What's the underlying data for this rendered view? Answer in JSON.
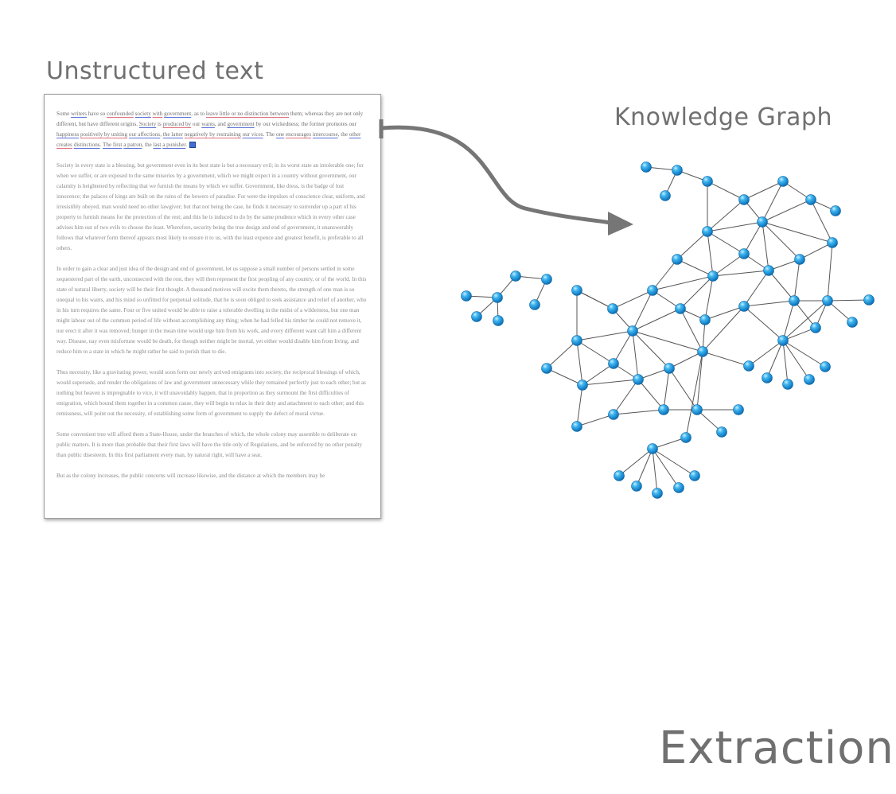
{
  "titles": {
    "unstructured": "Unstructured text",
    "knowledge_graph": "Knowledge Graph",
    "extraction": "Extraction"
  },
  "colors": {
    "heading": "#707070",
    "arrow": "#767676",
    "node": "#1a9be0",
    "edge": "#555555",
    "entity_underline": "#e0707a",
    "relation_underline": "#5a72d8"
  },
  "document": {
    "first_paragraph_segments": [
      {
        "t": "Some ",
        "c": ""
      },
      {
        "t": "writers",
        "c": "ur"
      },
      {
        "t": " have so ",
        "c": ""
      },
      {
        "t": "confounded",
        "c": "ue"
      },
      {
        "t": " ",
        "c": ""
      },
      {
        "t": "society",
        "c": "ur"
      },
      {
        "t": " ",
        "c": ""
      },
      {
        "t": "with",
        "c": "ue"
      },
      {
        "t": " ",
        "c": ""
      },
      {
        "t": "government",
        "c": "ur"
      },
      {
        "t": ", as to ",
        "c": ""
      },
      {
        "t": "leave little or no distinction between",
        "c": "ue"
      },
      {
        "t": " them; whereas they are not only different, but have different origins. ",
        "c": ""
      },
      {
        "t": "Society",
        "c": "ur"
      },
      {
        "t": " is ",
        "c": ""
      },
      {
        "t": "produced by",
        "c": "ue"
      },
      {
        "t": " our ",
        "c": ""
      },
      {
        "t": "wants",
        "c": "ur"
      },
      {
        "t": ", and ",
        "c": ""
      },
      {
        "t": "government",
        "c": "ur"
      },
      {
        "t": " by our wickedness; the former promotes our ",
        "c": ""
      },
      {
        "t": "happiness",
        "c": "ur"
      },
      {
        "t": " ",
        "c": ""
      },
      {
        "t": "positively by uniting",
        "c": "ue"
      },
      {
        "t": " ",
        "c": ""
      },
      {
        "t": "our affections",
        "c": "ur"
      },
      {
        "t": ", ",
        "c": ""
      },
      {
        "t": "the latter",
        "c": "ur"
      },
      {
        "t": " ",
        "c": ""
      },
      {
        "t": "negatively by restraining",
        "c": "ue"
      },
      {
        "t": " ",
        "c": ""
      },
      {
        "t": "our vices",
        "c": "ur"
      },
      {
        "t": ". The ",
        "c": ""
      },
      {
        "t": "one",
        "c": "ur"
      },
      {
        "t": " ",
        "c": ""
      },
      {
        "t": "encourages",
        "c": "ue"
      },
      {
        "t": " ",
        "c": ""
      },
      {
        "t": "intercourse",
        "c": "ur"
      },
      {
        "t": ", the ",
        "c": ""
      },
      {
        "t": "other",
        "c": "ur"
      },
      {
        "t": " ",
        "c": ""
      },
      {
        "t": "creates",
        "c": "ue"
      },
      {
        "t": " ",
        "c": ""
      },
      {
        "t": "distinctions",
        "c": "ur"
      },
      {
        "t": ". ",
        "c": ""
      },
      {
        "t": "The first",
        "c": "ur"
      },
      {
        "t": " ",
        "c": ""
      },
      {
        "t": "a patron",
        "c": "ur"
      },
      {
        "t": ", the ",
        "c": ""
      },
      {
        "t": "last",
        "c": "ur"
      },
      {
        "t": " ",
        "c": ""
      },
      {
        "t": "a punisher",
        "c": "ur"
      },
      {
        "t": ".",
        "c": ""
      }
    ],
    "paragraph_2": "Society in every state is a blessing, but government even in its best state is but a necessary evil; in its worst state an intolerable one; for when we suffer, or are exposed to the same miseries by a government, which we might expect in a country without government, our calamity is heightened by reflecting that we furnish the means by which we suffer. Government, like dress, is the badge of lost innocence; the palaces of kings are built on the ruins of the bowers of paradise. For were the impulses of conscience clear, uniform, and irresistibly obeyed, man would need no other lawgiver; but that not being the case, he finds it necessary to surrender up a part of his property to furnish means for the protection of the rest; and this he is induced to do by the same prudence which in every other case advises him out of two evils to choose the least. Wherefore, security being the true design and end of government, it unanswerably follows that whatever form thereof appears most likely to ensure it to us, with the least expence and greatest benefit, is preferable to all others.",
    "paragraph_3": "In order to gain a clear and just idea of the design and end of government, let us suppose a small number of persons settled in some sequestered part of the earth, unconnected with the rest, they will then represent the first peopling of any country, or of the world. In this state of natural liberty, society will be their first thought. A thousand motives will excite them thereto, the strength of one man is so unequal to his wants, and his mind so unfitted for perpetual solitude, that he is soon obliged to seek assistance and relief of another, who in his turn requires the same. Four or five united would be able to raise a tolerable dwelling in the midst of a wilderness, but one man might labour out of the common period of life without accomplishing any thing; when he had felled his timber he could not remove it, nor erect it after it was removed; hunger in the mean time would urge him from his work, and every different want call him a different way. Disease, nay even misfortune would be death, for though neither might be mortal, yet either would disable him from living, and reduce him to a state in which he might rather be said to perish than to die.",
    "paragraph_4": "Thus necessity, like a gravitating power, would soon form our newly arrived emigrants into society, the reciprocal blessings of which, would supersede, and render the obligations of law and government unnecessary while they remained perfectly just to each other; but as nothing but heaven is impregnable to vice, it will unavoidably happen, that in proportion as they surmount the first difficulties of emigration, which bound them together in a common cause, they will begin to relax in their duty and attachment to each other; and this remissness, will point out the necessity, of establishing some form of government to supply the defect of moral virtue.",
    "paragraph_5": "Some convenient tree will afford them a State-House, under the branches of which, the whole colony may assemble to deliberate on public matters. It is more than probable that their first laws will have the title only of Regulations, and be enforced by no other penalty than public disesteem. In this first parliament every man, by natural right, will have a seat.",
    "paragraph_6": "But as the colony increases, the public concerns will increase likewise, and the distance at which the members may be"
  }
}
